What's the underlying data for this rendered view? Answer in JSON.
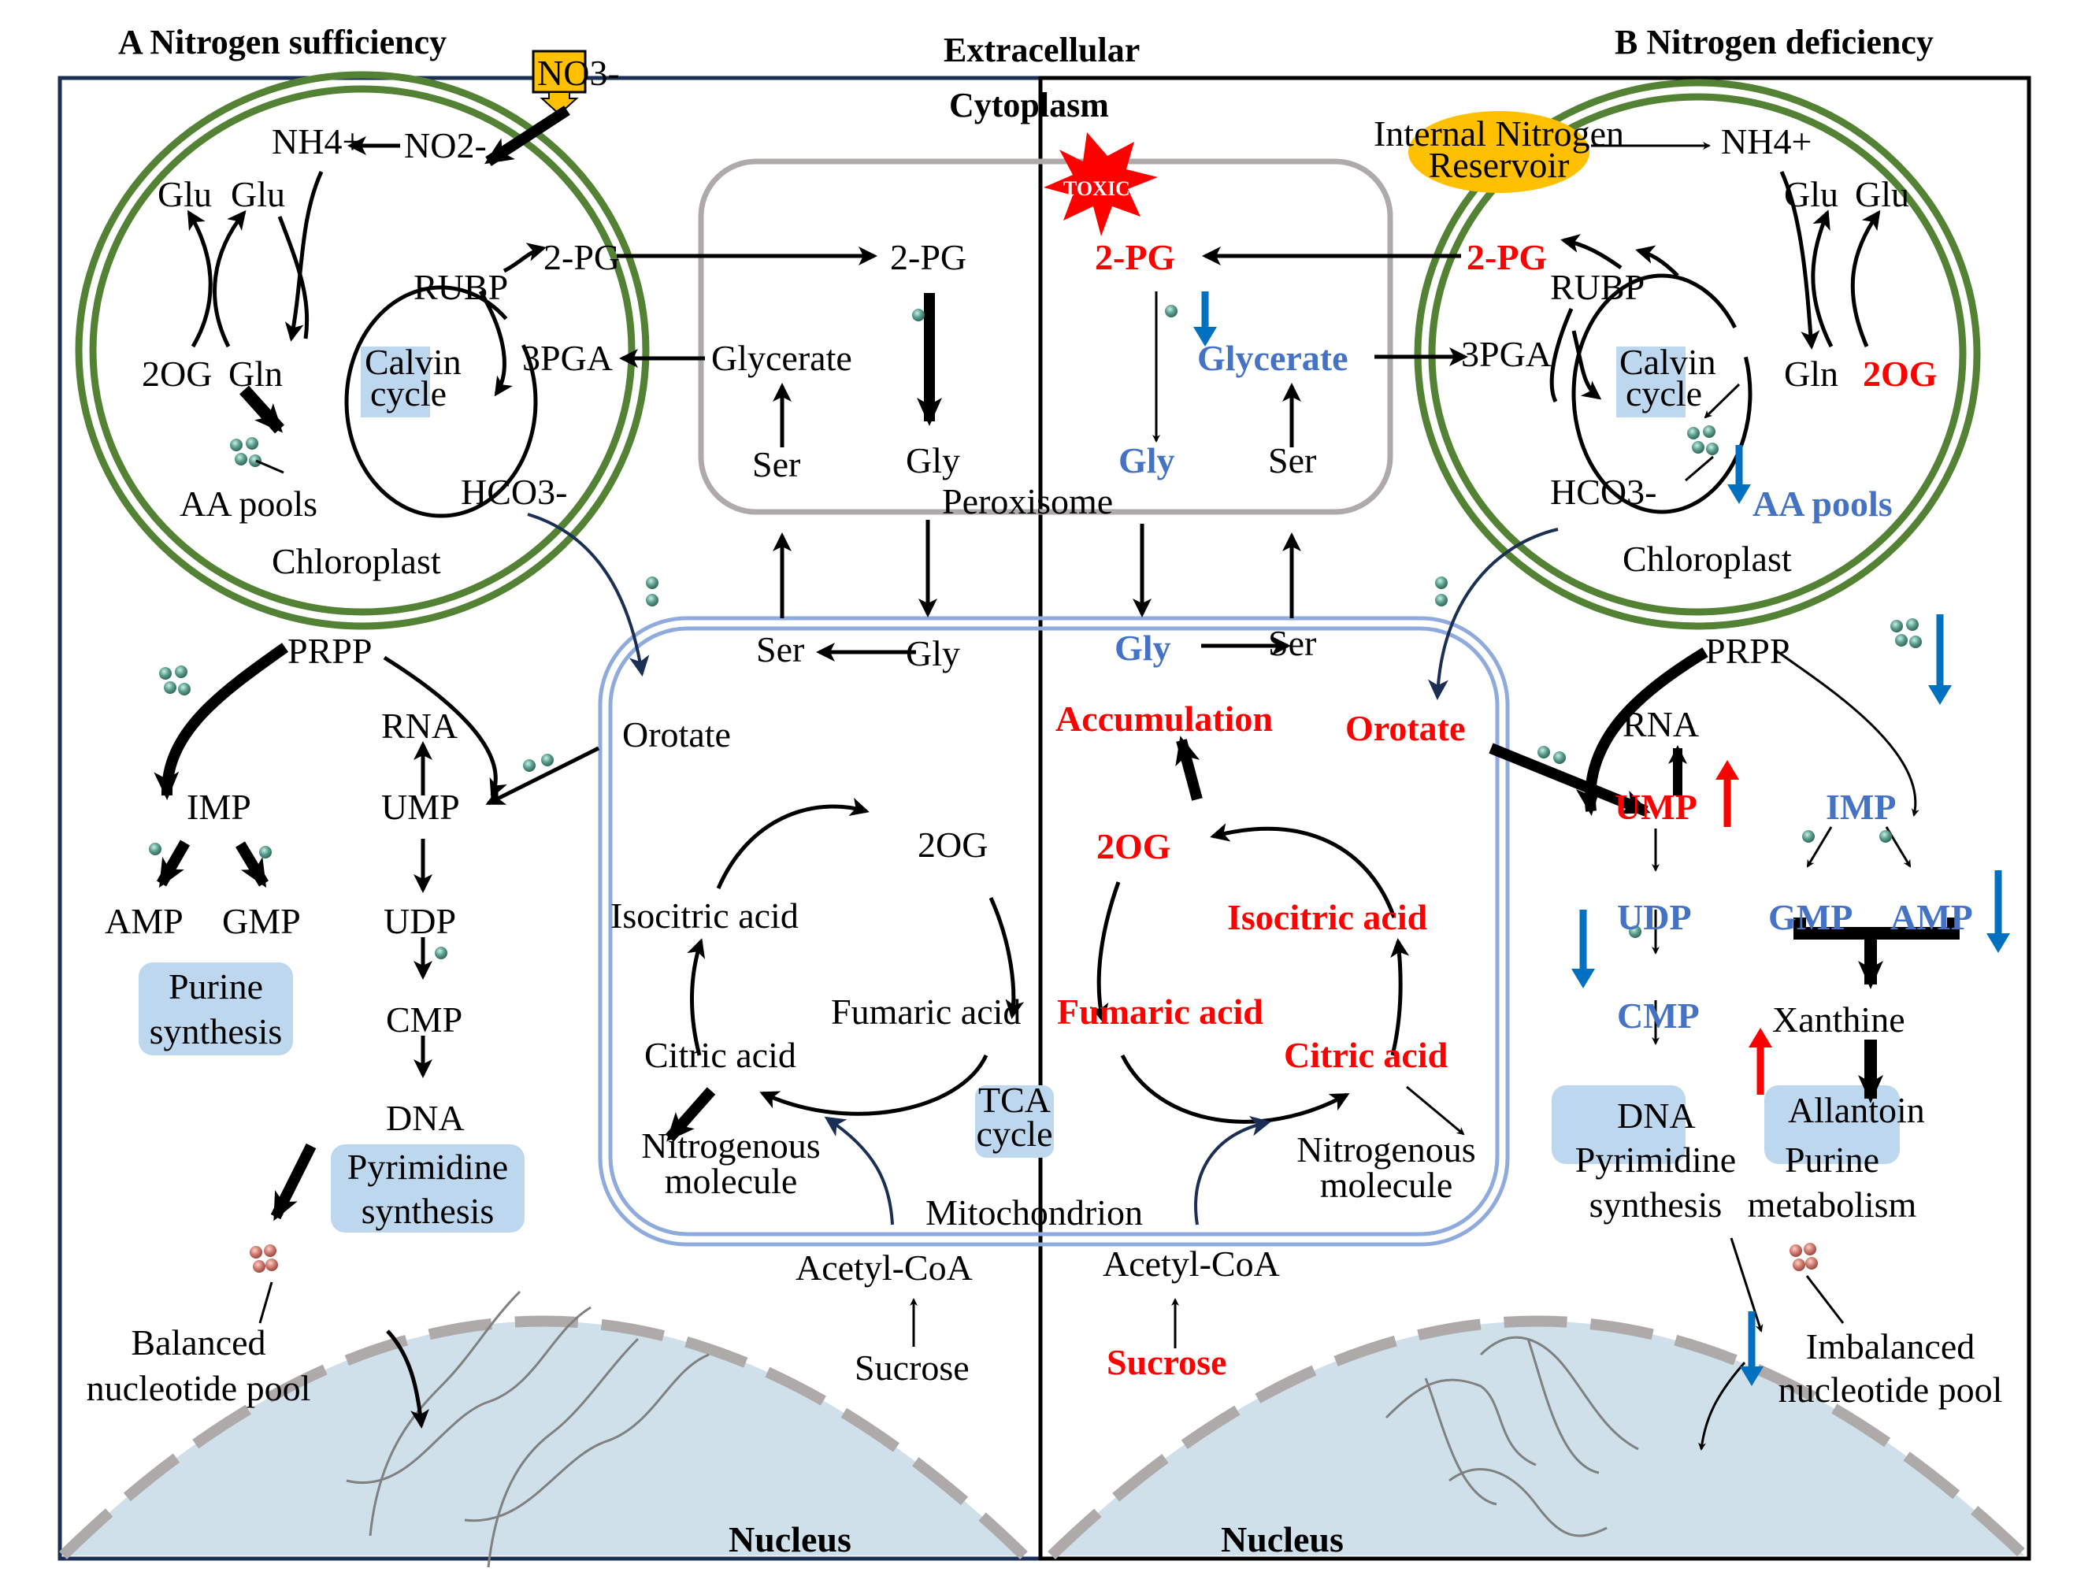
{
  "panels": {
    "a_title": "A   Nitrogen sufficiency",
    "b_title": "B   Nitrogen deficiency",
    "extracellular": "Extracellular",
    "cytoplasm": "Cytoplasm"
  },
  "colors": {
    "increase": "#ff0000",
    "decrease_text": "#4472c4",
    "decrease_arrow": "#0070c0",
    "chloroplast_membrane": "#548235",
    "mitochondrion_membrane": "#8faadc",
    "peroxisome_membrane": "#aeaaaa",
    "process_box": "#bdd7ee",
    "nucleus_fill": "#cfe0ea",
    "reservoir": "#ffc000"
  },
  "panel_a": {
    "no3": "NO3-",
    "nh4": "NH4+",
    "no2": "NO2-",
    "glu1": "Glu",
    "glu2": "Glu",
    "og": "2OG",
    "gln": "Gln",
    "aa_pools": "AA pools",
    "rubp": "RUBP",
    "pg2": "2-PG",
    "pga3": "3PGA",
    "calvin": [
      "Calvin",
      "cycle"
    ],
    "hco3": "HCO3-",
    "chloroplast": "Chloroplast",
    "prpp": "PRPP",
    "rna": "RNA",
    "imp": "IMP",
    "ump": "UMP",
    "amp": "AMP",
    "gmp": "GMP",
    "udp": "UDP",
    "cmp": "CMP",
    "dna": "DNA",
    "orotate": "Orotate",
    "purine_box": [
      "Purine",
      "synthesis"
    ],
    "pyrimidine_box": [
      "Pyrimidine",
      "synthesis"
    ],
    "nucleotide_pool": [
      "Balanced",
      "nucleotide pool"
    ],
    "nucleus": "Nucleus"
  },
  "peroxisome": {
    "label": "Peroxisome",
    "a": {
      "pg2": "2-PG",
      "glycerate": "Glycerate",
      "ser": "Ser",
      "gly": "Gly"
    },
    "b": {
      "pg2": "2-PG",
      "toxic": "TOXIC",
      "glycerate": "Glycerate",
      "ser": "Ser",
      "gly": "Gly"
    }
  },
  "mitochondrion": {
    "label": "Mitochondrion",
    "tca": [
      "TCA",
      "cycle"
    ],
    "a": {
      "ser": "Ser",
      "gly": "Gly",
      "og": "2OG",
      "isocitric": "Isocitric acid",
      "fumaric": "Fumaric acid",
      "citric": "Citric acid",
      "nitrogenous": [
        "Nitrogenous",
        "molecule"
      ],
      "acetyl": "Acetyl-CoA",
      "sucrose": "Sucrose"
    },
    "b": {
      "gly": "Gly",
      "ser": "Ser",
      "accumulation": "Accumulation",
      "og": "2OG",
      "isocitric": "Isocitric acid",
      "fumaric": "Fumaric acid",
      "citric": "Citric acid",
      "nitrogenous": [
        "Nitrogenous",
        "molecule"
      ],
      "acetyl": "Acetyl-CoA",
      "sucrose": "Sucrose"
    }
  },
  "panel_b": {
    "reservoir": [
      "Internal Nitrogen",
      "Reservoir"
    ],
    "nh4": "NH4+",
    "glu1": "Glu",
    "glu2": "Glu",
    "gln": "Gln",
    "og": "2OG",
    "pg2": "2-PG",
    "rubp": "RUBP",
    "pga3": "3PGA",
    "calvin": [
      "Calvin",
      "cycle"
    ],
    "hco3": "HCO3-",
    "aa_pools": "AA pools",
    "chloroplast": "Chloroplast",
    "orotate": "Orotate",
    "prpp": "PRPP",
    "rna": "RNA",
    "ump": "UMP",
    "imp": "IMP",
    "udp": "UDP",
    "cmp": "CMP",
    "dna": "DNA",
    "gmp": "GMP",
    "amp": "AMP",
    "xanthine": "Xanthine",
    "allantoin": "Allantoin",
    "pyrimidine_box": [
      "Pyrimidine",
      "synthesis"
    ],
    "purine_box": [
      "Purine",
      "metabolism"
    ],
    "nucleotide_pool": [
      "Imbalanced",
      "nucleotide pool"
    ],
    "nucleus": "Nucleus"
  }
}
